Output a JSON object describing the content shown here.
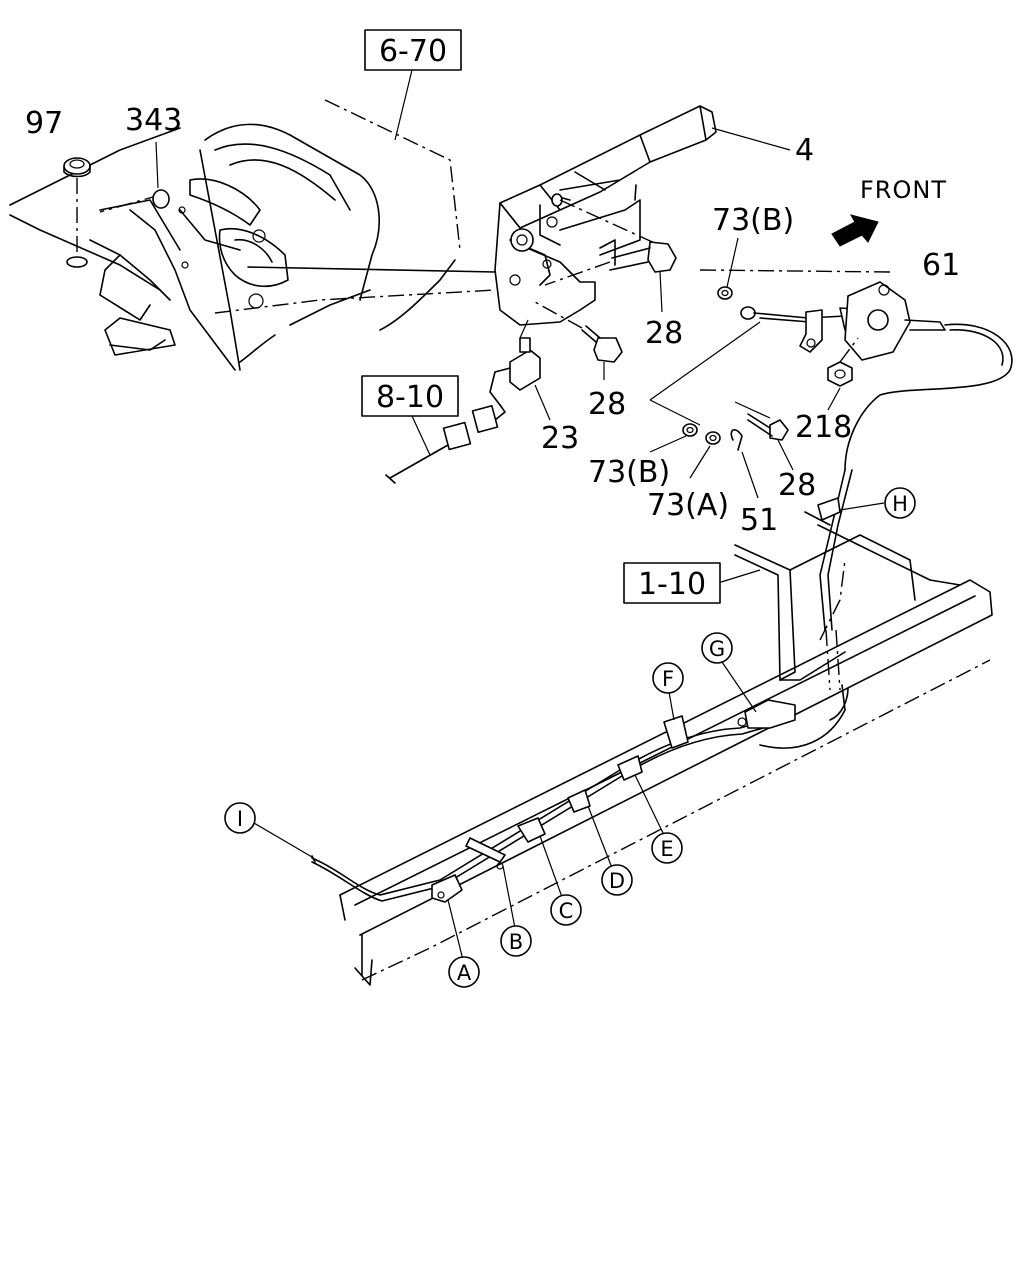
{
  "title": "",
  "refs": {
    "r670": "6-70",
    "r810": "8-10",
    "r110": "1-10"
  },
  "front_label": "FRONT",
  "parts": {
    "p97": "97",
    "p343": "343",
    "p4": "4",
    "p73b_top": "73(B)",
    "p61": "61",
    "p28_a": "28",
    "p28_b": "28",
    "p23": "23",
    "p218": "218",
    "p73b_low": "73(B)",
    "p73a": "73(A)",
    "p51": "51",
    "p28_c": "28"
  },
  "callouts": {
    "A": "A",
    "B": "B",
    "C": "C",
    "D": "D",
    "E": "E",
    "F": "F",
    "G": "G",
    "H": "H",
    "I": "I"
  },
  "icons": [
    "front-arrow-icon"
  ]
}
